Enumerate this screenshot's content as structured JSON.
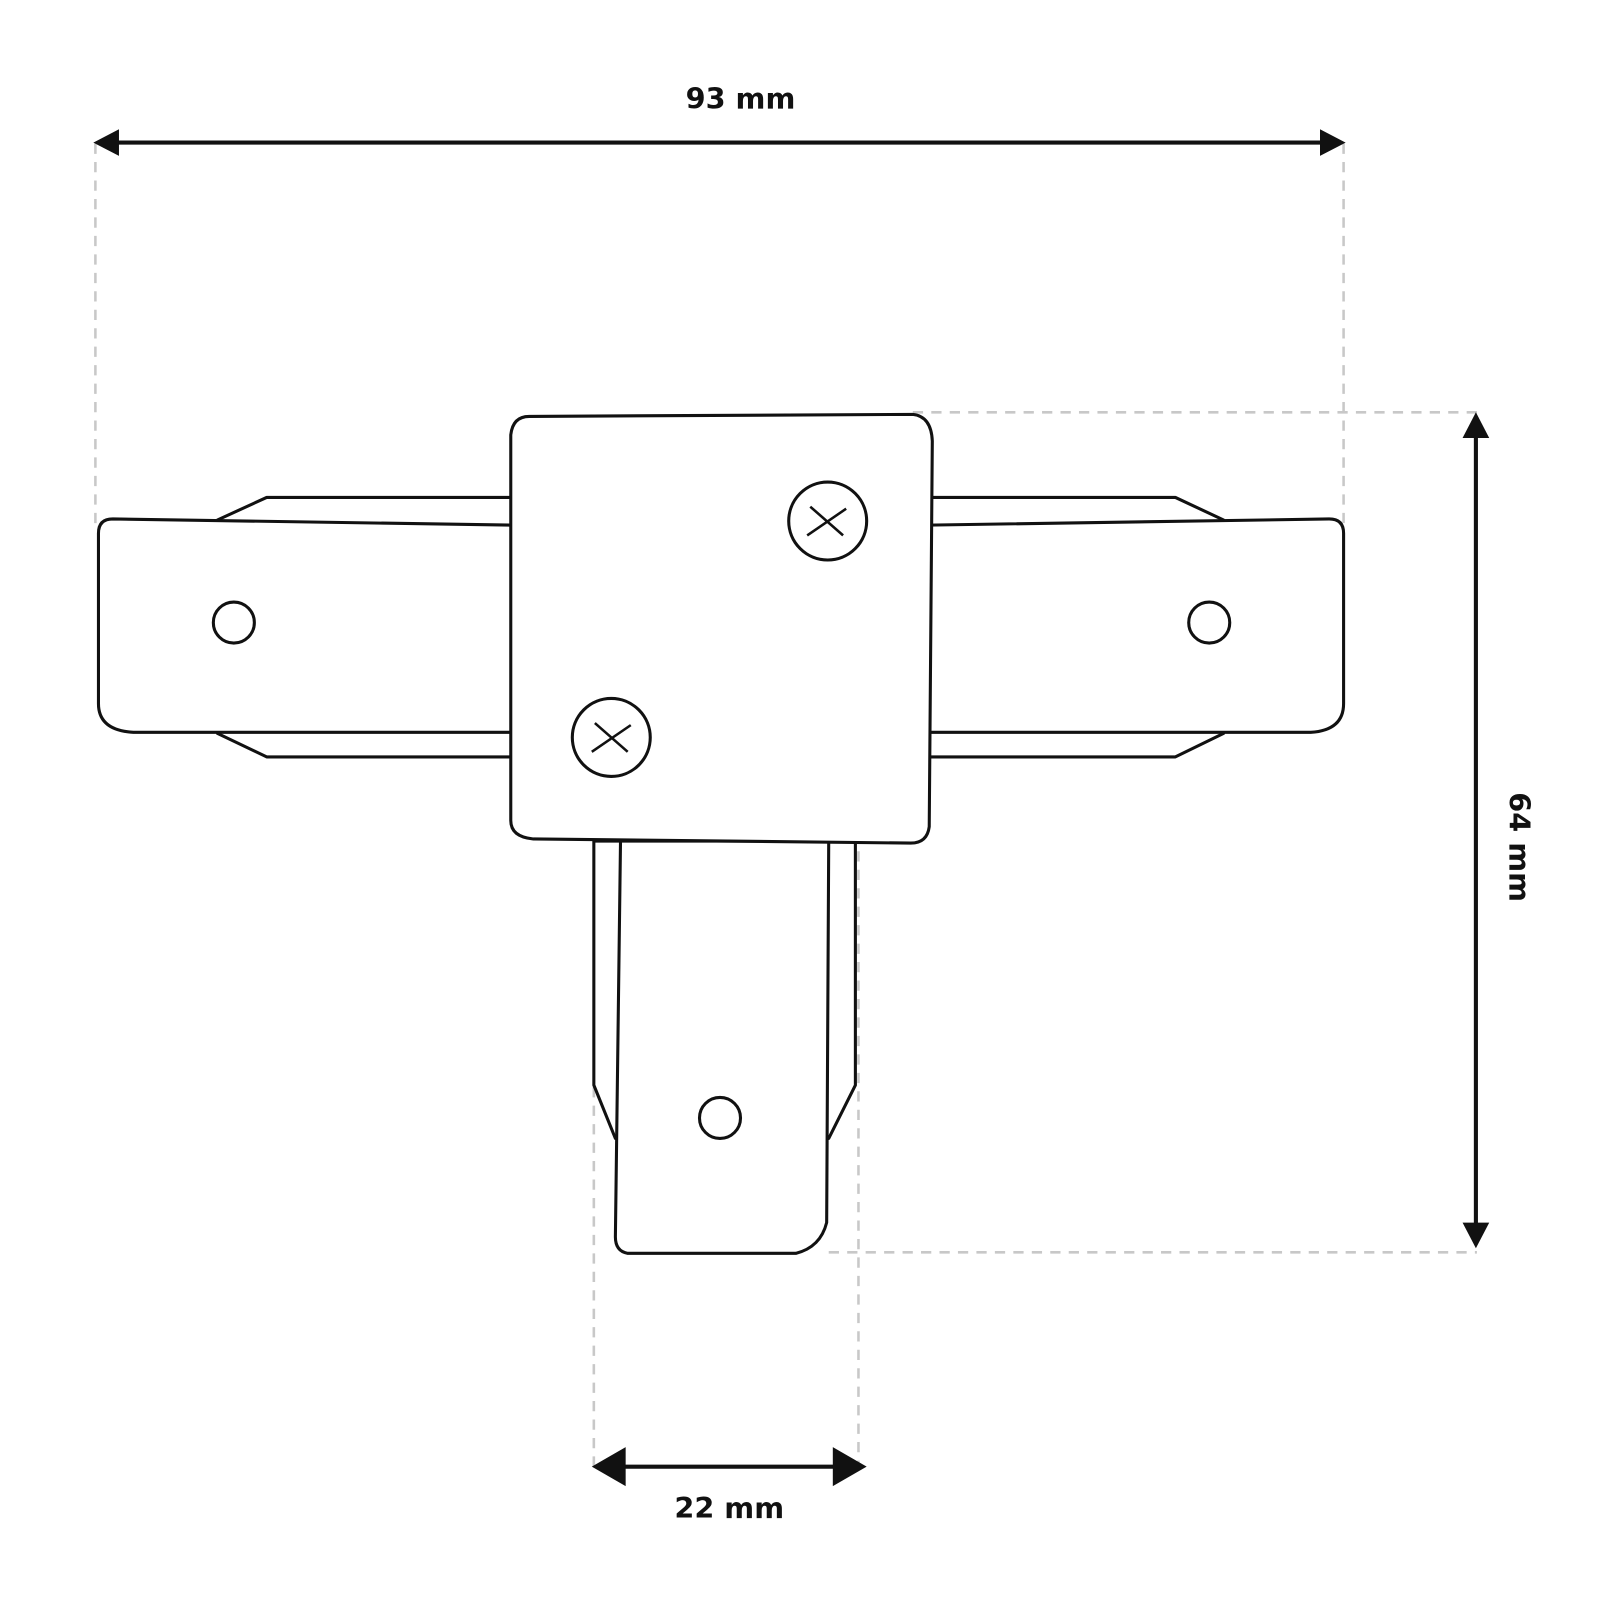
{
  "title": "T-connector dimension drawing",
  "dimensions": {
    "width_label": "93 mm",
    "height_label": "64 mm",
    "leg_width_label": "22 mm"
  },
  "colors": {
    "line": "#111111",
    "guide": "#c8c8c8",
    "background": "#ffffff"
  }
}
